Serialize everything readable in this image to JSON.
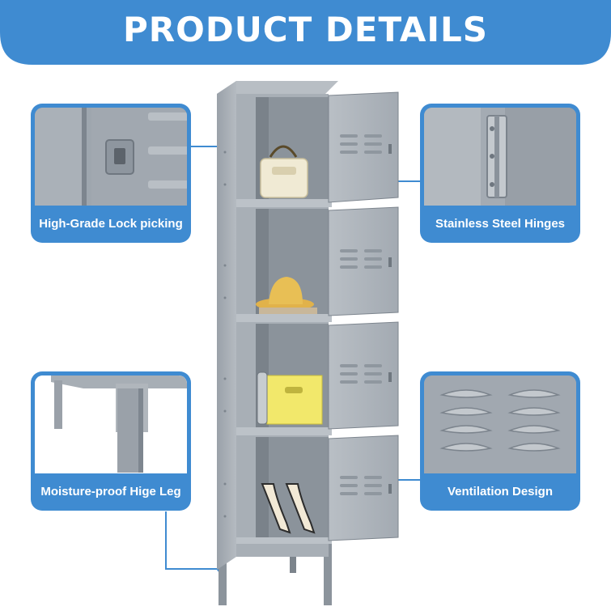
{
  "header": {
    "title": "PRODUCT DETAILS"
  },
  "features": [
    {
      "label": "High-Grade Lock picking",
      "icon": "lock-closeup"
    },
    {
      "label": "Stainless Steel Hinges",
      "icon": "hinge-closeup"
    },
    {
      "label": "Moisture-proof Hige Leg",
      "icon": "leg-closeup"
    },
    {
      "label": "Ventilation Design",
      "icon": "vent-closeup"
    }
  ],
  "colors": {
    "accent": "#3f8bd1",
    "steel": "#a3aab2",
    "steel_dark": "#848c95",
    "steel_light": "#bec4ca"
  }
}
